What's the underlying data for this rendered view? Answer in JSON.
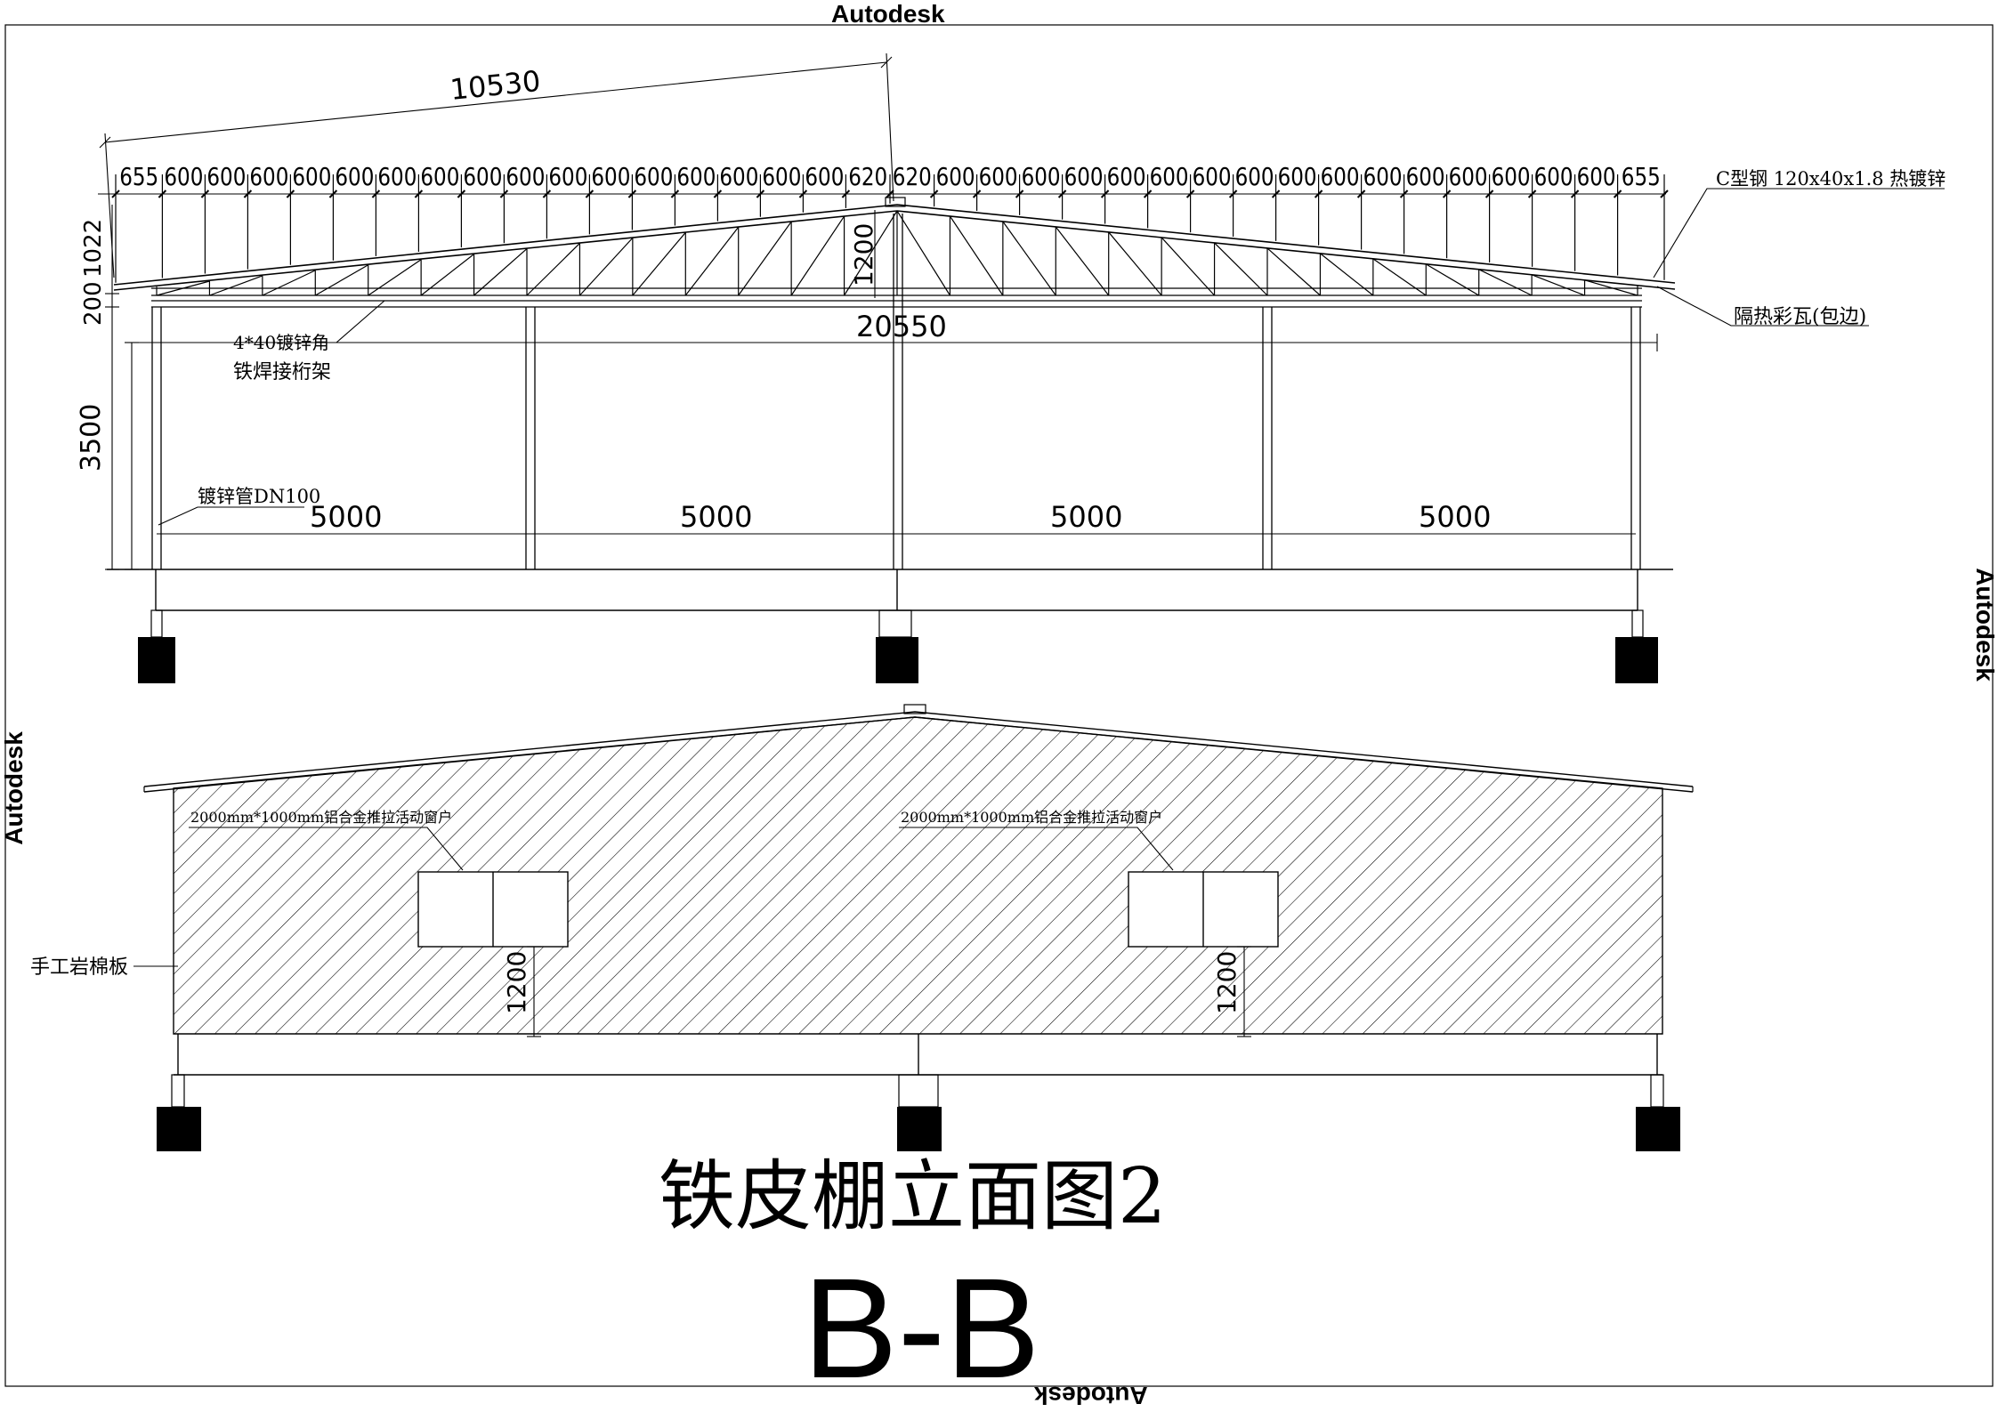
{
  "watermark": {
    "brand": "Autodesk"
  },
  "title": {
    "main": "铁皮棚立面图2",
    "section": "B-B"
  },
  "section_view": {
    "slope_length": "10530",
    "span": "20550",
    "truss_height": "1200",
    "left_heights": [
      "200",
      "1022"
    ],
    "column_height": "3500",
    "bays": [
      "5000",
      "5000",
      "5000",
      "5000"
    ],
    "purlin_spacing": [
      "655",
      "600",
      "600",
      "600",
      "600",
      "600",
      "600",
      "600",
      "600",
      "600",
      "600",
      "600",
      "600",
      "600",
      "600",
      "600",
      "600",
      "620",
      "620",
      "600",
      "600",
      "600",
      "600",
      "600",
      "600",
      "600",
      "600",
      "600",
      "600",
      "600",
      "600",
      "600",
      "600",
      "600",
      "600",
      "655"
    ],
    "labels": {
      "purlin": "C型钢 120x40x1.8 热镀锌",
      "roof_panel": "隔热彩瓦(包边)",
      "truss_line1": "4*40镀锌角",
      "truss_line2": "铁焊接桁架",
      "column": "镀锌管DN100"
    }
  },
  "elevation_view": {
    "window_label": "2000mm*1000mm铝合金推拉活动窗户",
    "window_sill_height": "1200",
    "wall_label": "手工岩棉板"
  }
}
